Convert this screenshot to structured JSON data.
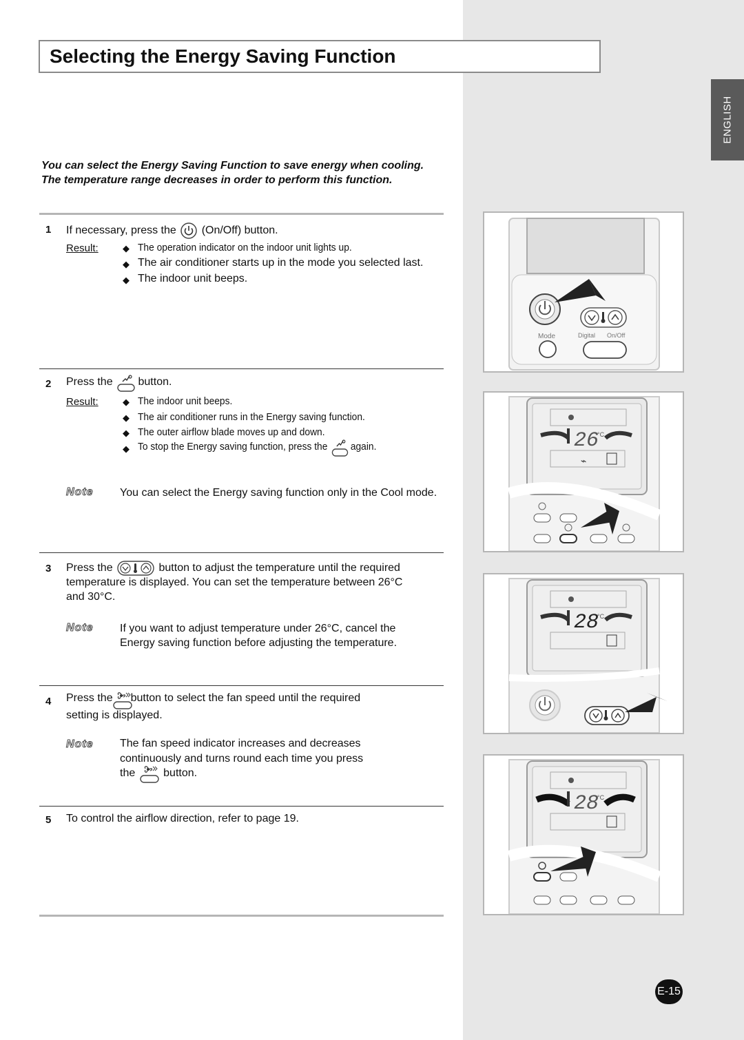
{
  "title": "Selecting the Energy Saving Function",
  "language_tab": "ENGLISH",
  "intro": "You can select the Energy Saving Function to save energy when cooling. The temperature range decreases in order to perform this function.",
  "labels": {
    "result": "Result:",
    "note": "Note"
  },
  "steps": [
    {
      "number": "1",
      "text_before": "If necessary, press the",
      "text_after": "(On/Off) button.",
      "results": [
        "The operation indicator on the indoor unit lights up.",
        "The air conditioner starts up in the mode you selected last.",
        "The indoor unit beeps."
      ]
    },
    {
      "number": "2",
      "text_before": "Press the",
      "text_after": "button.",
      "results": [
        "The indoor unit beeps.",
        "The air conditioner runs in the Energy saving function.",
        "The outer airflow blade moves up and down.",
        "To stop the Energy saving function, press the"
      ],
      "result_suffix": "again.",
      "note": "You can select the Energy saving function only in the Cool mode."
    },
    {
      "number": "3",
      "text_before": "Press the",
      "text_after": "button to adjust the temperature until the required",
      "text_line2": "temperature is displayed. You can set the temperature between 26°C",
      "text_line3": "and 30°C.",
      "note": "If you want to adjust temperature under 26°C, cancel the Energy saving function before adjusting the temperature."
    },
    {
      "number": "4",
      "text_before": "Press the",
      "text_after": "button to select the fan speed until the required",
      "text_line2": "setting is displayed.",
      "note_line1": "The fan speed indicator increases and decreases",
      "note_line2": "continuously and turns round each time you press",
      "note_line3_before": "the",
      "note_line3_after": "button."
    },
    {
      "number": "5",
      "text": "To control the airflow direction, refer to page 19."
    }
  ],
  "remote_images": {
    "image1": {
      "button_mode": "Mode",
      "button_digital": "Digital",
      "button_onoff": "On/Off"
    },
    "image2": {
      "temperature": "26",
      "unit": "°C"
    },
    "image3": {
      "temperature": "28",
      "unit": "°C"
    },
    "image4": {
      "temperature": "28",
      "unit": "°C"
    }
  },
  "page_number": "E-15",
  "icons": [
    "power-icon",
    "energy-saving-icon",
    "temperature-icon",
    "fan-icon"
  ]
}
